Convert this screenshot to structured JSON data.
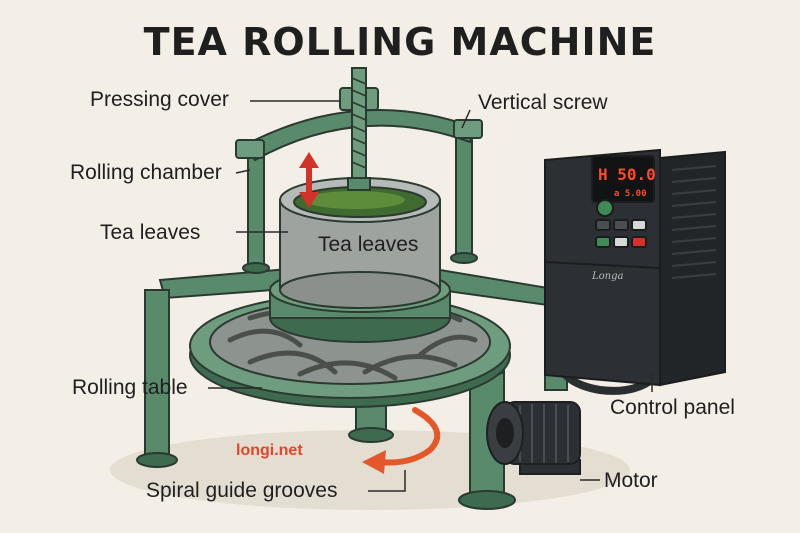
{
  "title": "TEA ROLLING MACHINE",
  "labels": {
    "pressing_cover": "Pressing cover",
    "vertical_screw": "Vertical screw",
    "rolling_chamber": "Rolling chamber",
    "tea_leaves_outer": "Tea leaves",
    "tea_leaves_inner": "Tea leaves",
    "rolling_table": "Rolling table",
    "spiral_guide_grooves": "Spiral guide grooves",
    "control_panel": "Control panel",
    "motor": "Motor"
  },
  "control_panel": {
    "display_main": "H 50.0",
    "display_sub": "a 5.00",
    "brand": "Longa"
  },
  "watermark": "longi.net",
  "colors": {
    "frame_green": "#5a8a6c",
    "frame_dark": "#3e6a50",
    "arrow_red": "#d2322a",
    "arrow_orange": "#e2582a",
    "panel_dark": "#2c2f33"
  }
}
